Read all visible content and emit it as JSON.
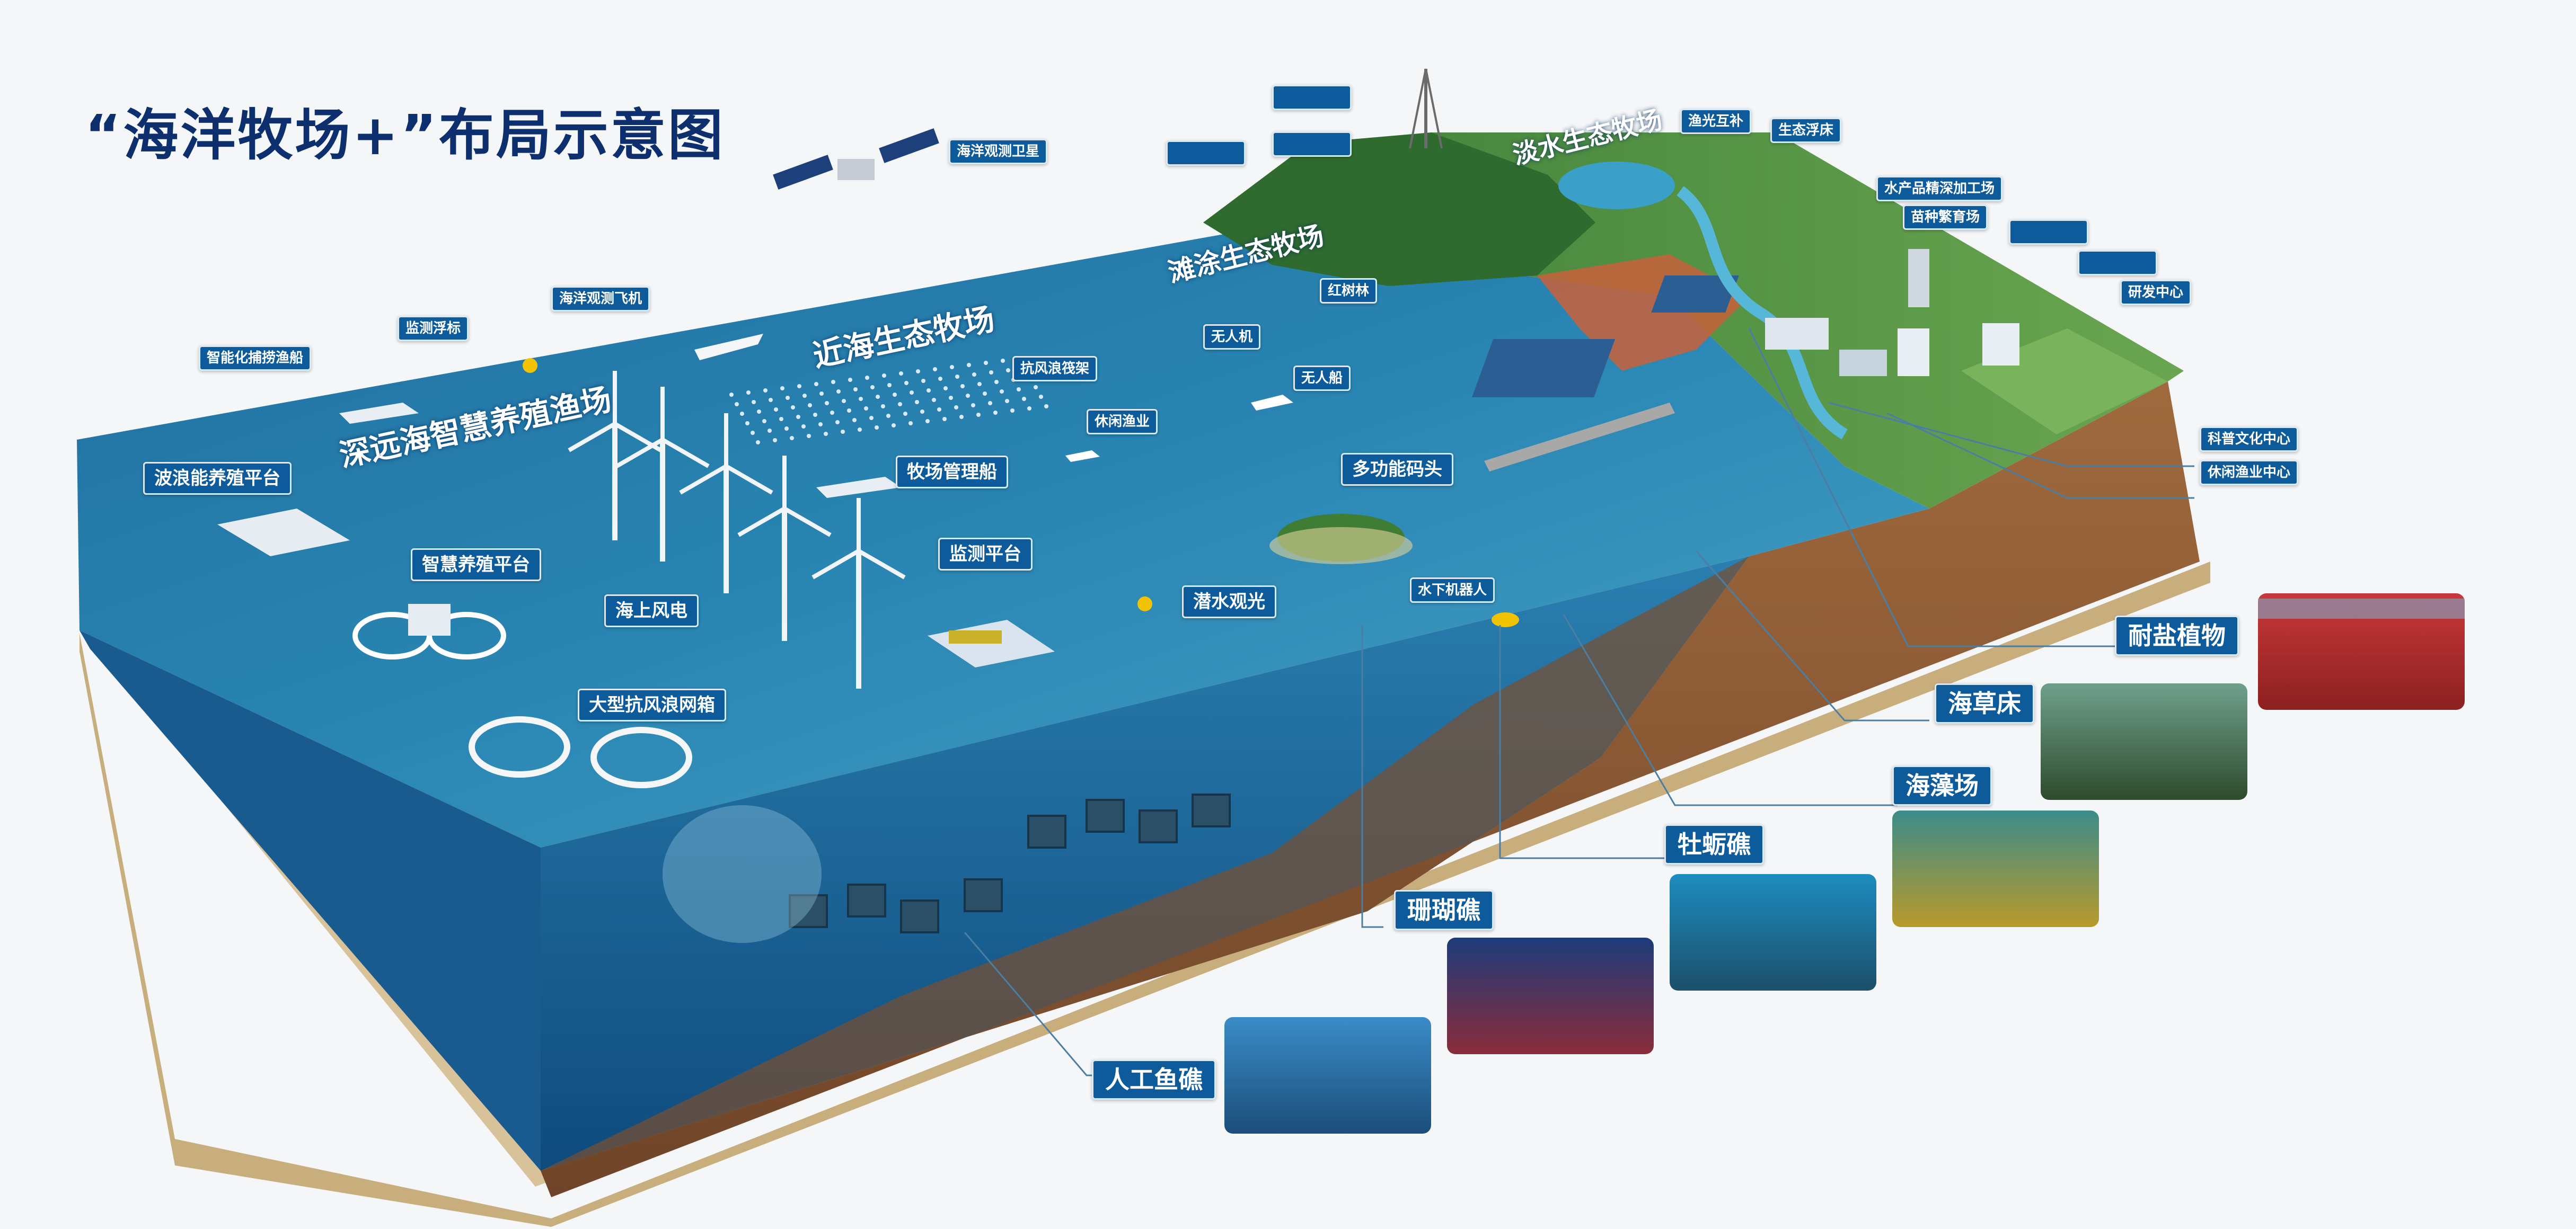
{
  "title": "“海洋牧场+”布局示意图",
  "zones": {
    "offshore": "深远海智慧养殖渔场",
    "nearshore": "近海生态牧场",
    "tidal": "滩涂生态牧场",
    "freshwater": "淡水生态牧场"
  },
  "labels": {
    "satellite": "海洋观测卫星",
    "signal_tower": "",
    "emergency_center": "",
    "weather_station": "",
    "solar_complement": "渔光互补",
    "eco_pond": "生态浮床",
    "processing": "水产品精深加工场",
    "seed_farm": "苗种繁育场",
    "testing_center": "",
    "feed_base": "",
    "rd_center": "研发中心",
    "drone_plane": "海洋观测飞机",
    "buoy": "监测浮标",
    "smart_fishing_boat": "智能化捕捞渔船",
    "red_tree": "红树林",
    "uav": "无人机",
    "usv": "无人船",
    "wind_raft": "抗风浪筏架",
    "leisure_fishing": "休闲渔业",
    "wave_platform": "波浪能养殖平台",
    "smart_platform": "智慧养殖平台",
    "ranch_ship": "牧场管理船",
    "wind_power": "海上风电",
    "monitor_platform": "监测平台",
    "large_cage": "大型抗风浪网箱",
    "dive_tour": "潜水观光",
    "multi_wharf": "多功能码头",
    "robot": "水下机器人",
    "culture_center": "科普文化中心",
    "leisure_center": "休闲渔业中心",
    "salt_plants": "耐盐植物",
    "seagrass": "海草床",
    "seaweed": "海藻场",
    "oyster_reef": "牡蛎礁",
    "coral_reef": "珊瑚礁",
    "artificial_reef": "人工鱼礁"
  },
  "colors": {
    "title": "#0d2f6e",
    "tag_bg": "#0e5b9c",
    "water_top": "#2a86b3",
    "water_side": "#1a5b8f",
    "sea_deep": "#0f4b7d",
    "soil": "#8a5a36",
    "base": "#d8c29a",
    "land_green": "#4c8f3d",
    "forest": "#2f6b2f"
  },
  "icons": [
    "satellite-icon",
    "plane-icon",
    "buoy-icon",
    "boat-icon",
    "wind-turbine-icon",
    "cage-ring-icon",
    "platform-icon",
    "tower-icon",
    "reef-cube-icon",
    "solar-panel-icon",
    "factory-icon",
    "robot-icon"
  ]
}
